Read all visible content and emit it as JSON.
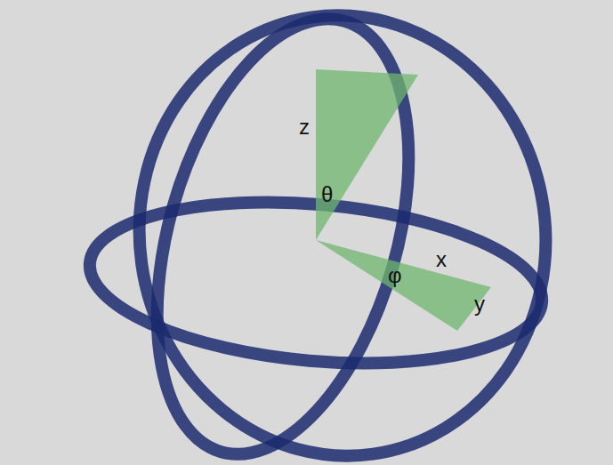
{
  "diagram": {
    "labels": [
      "z",
      "θ",
      "φ",
      "x",
      "y"
    ]
  }
}
